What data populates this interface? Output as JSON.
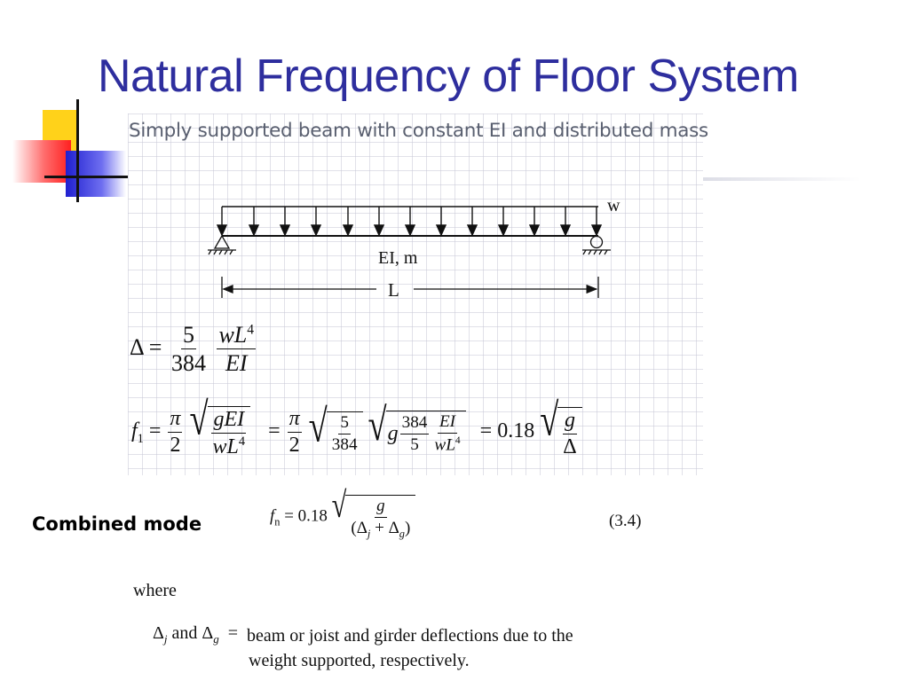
{
  "title": "Natural Frequency of Floor System",
  "intro": "Simply supported beam with constant EI and distributed mass",
  "beam": {
    "load_label": "w",
    "property_label": "EI, m",
    "length_label": "L"
  },
  "deflection": {
    "lhs": "Δ",
    "coef_num": "5",
    "coef_den": "384",
    "num": "wL",
    "num_exp": "4",
    "den": "EI"
  },
  "frequency": {
    "f_symbol": "f",
    "f_sub": "1",
    "pi": "π",
    "two": "2",
    "gei": "gEI",
    "wl": "wL",
    "exp4": "4",
    "five": "5",
    "three84": "384",
    "g": "g",
    "ei": "EI",
    "coef": "0.18",
    "delta": "Δ"
  },
  "combined": {
    "label": "Combined mode",
    "f_symbol": "f",
    "f_sub": "n",
    "coef": "0.18",
    "g": "g",
    "delta": "Δ",
    "sub_j": "j",
    "sub_g": "g",
    "eq_number": "(3.4)"
  },
  "where": {
    "label": "where",
    "and": "and",
    "definition_line1": "beam or joist and girder deflections due to the",
    "definition_line2": "weight supported, respectively."
  }
}
